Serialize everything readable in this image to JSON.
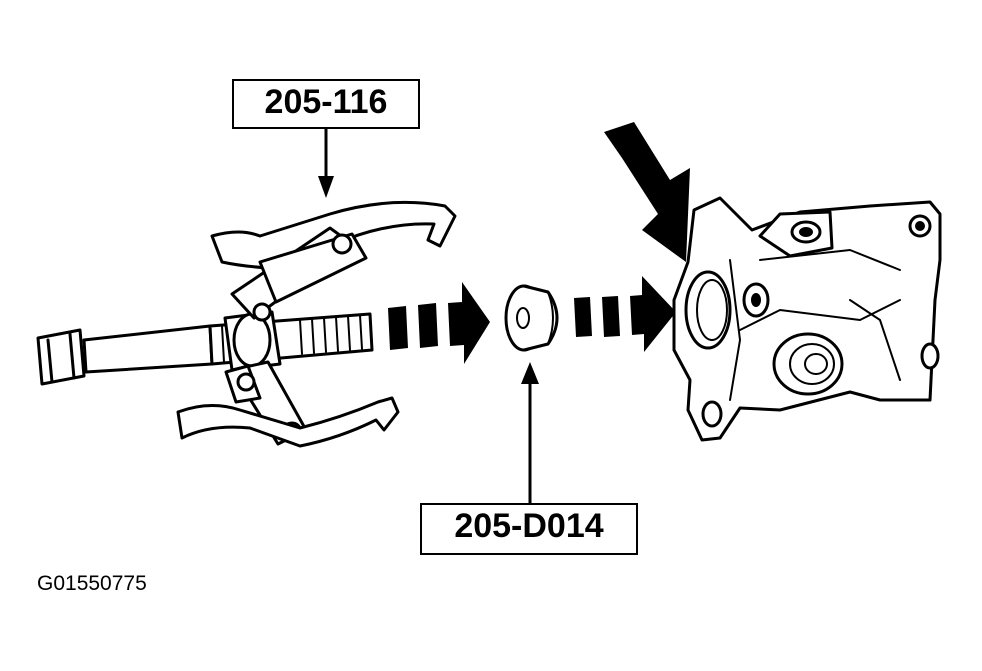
{
  "callouts": {
    "puller_tool": "205-116",
    "seal_tool": "205-D014"
  },
  "figure_id": "G01550775"
}
